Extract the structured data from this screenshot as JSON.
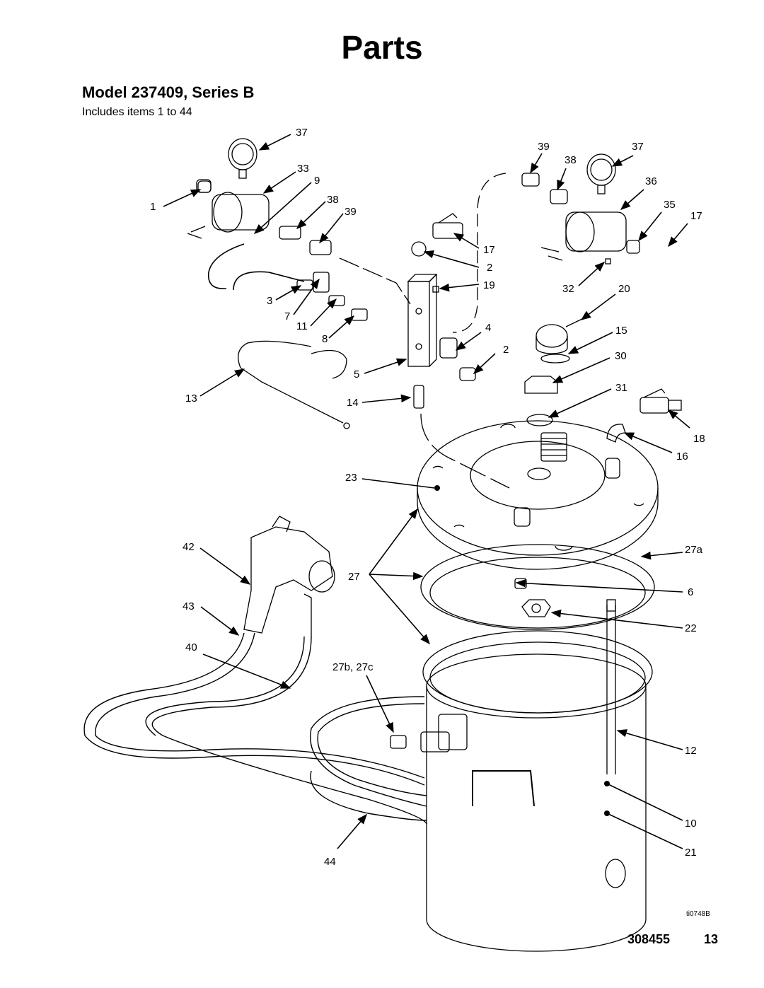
{
  "page": {
    "title": "Parts",
    "model_heading": "Model 237409, Series B",
    "includes": "Includes items 1 to 44",
    "figure_code": "ti0748B",
    "doc_number": "308455",
    "page_number": "13"
  },
  "callouts": [
    "37",
    "33",
    "9",
    "1",
    "38",
    "39",
    "3",
    "7",
    "11",
    "8",
    "13",
    "17",
    "2",
    "19",
    "5",
    "14",
    "4",
    "2",
    "39",
    "38",
    "37",
    "36",
    "35",
    "17",
    "32",
    "20",
    "15",
    "30",
    "31",
    "18",
    "16",
    "23",
    "27a",
    "42",
    "27",
    "6",
    "43",
    "22",
    "40",
    "27b, 27c",
    "12",
    "10",
    "21",
    "44"
  ],
  "colors": {
    "ink": "#000000",
    "paper": "#ffffff"
  }
}
